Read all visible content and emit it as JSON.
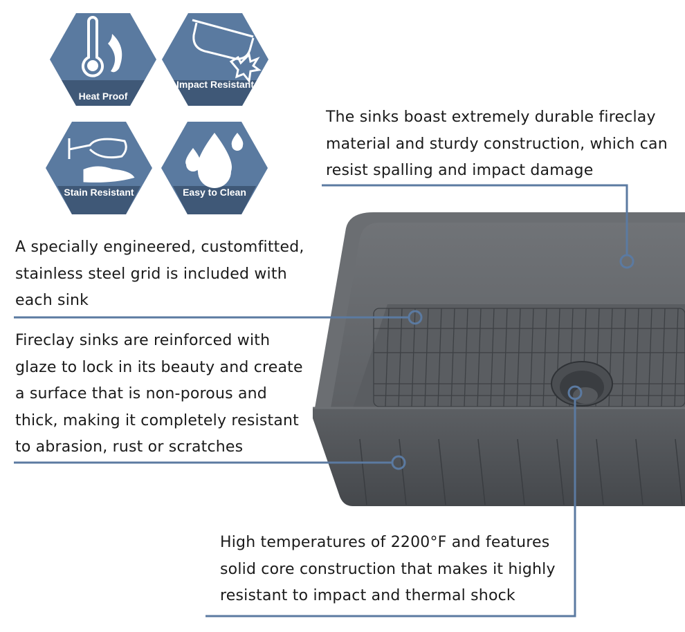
{
  "badges": [
    {
      "label": "Heat Proof",
      "icon": "thermometer-flame-icon"
    },
    {
      "label": "Impact Resistant",
      "icon": "pot-impact-icon"
    },
    {
      "label": "Stain Resistant",
      "icon": "spilled-wine-glass-icon"
    },
    {
      "label": "Easy to Clean",
      "icon": "water-drops-icon"
    }
  ],
  "callouts": {
    "durable": [
      "The sinks boast extremely durable fireclay",
      "material and sturdy construction, which can",
      "resist spalling and impact damage"
    ],
    "grid": [
      "A specially engineered, customfitted,",
      "stainless steel grid is included with",
      "each sink"
    ],
    "glaze": [
      "Fireclay sinks are reinforced with",
      "glaze to lock in its beauty and create",
      "a surface that is non-porous and",
      "thick, making it completely resistant",
      "to abrasion, rust or scratches"
    ],
    "temperature": [
      "High temperatures of 2200°F and features",
      "solid core construction that makes it highly",
      "resistant to impact and thermal shock"
    ]
  },
  "colors": {
    "badge": "#5a7aa0",
    "badge_band": "#3f5877",
    "leader": "#5b7aa1",
    "sink": "#5f6266"
  }
}
